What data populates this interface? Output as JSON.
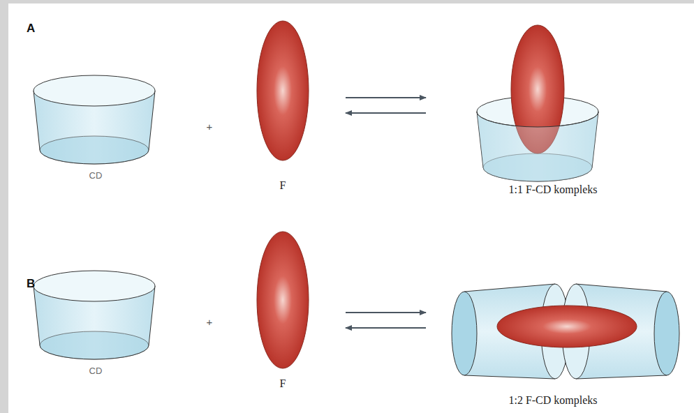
{
  "diagram": {
    "labels": [
      "A",
      "CD",
      "+",
      "F",
      "1:1 F-CD kompleks",
      "B",
      "CD",
      "+",
      "F",
      "1:2 F-CD kompleks"
    ]
  }
}
